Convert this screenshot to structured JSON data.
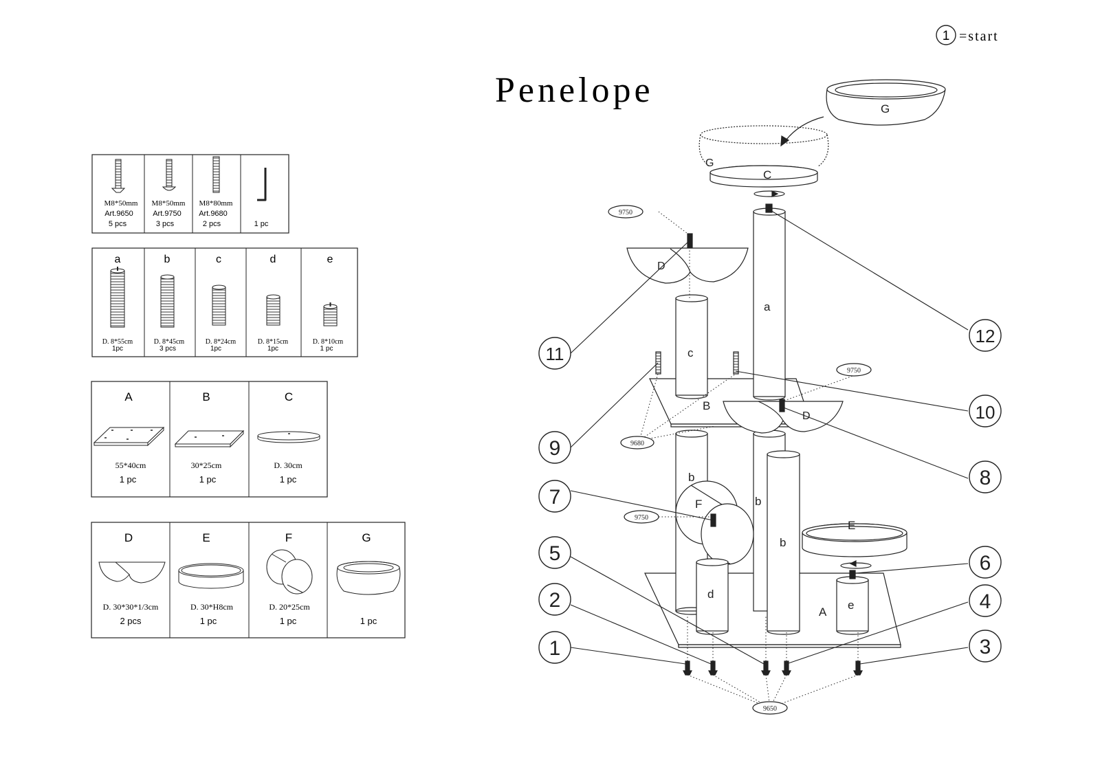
{
  "title": "Penelope",
  "legend": {
    "step_number": "1",
    "text": "=start"
  },
  "hardware": [
    {
      "size": "M8*50mm",
      "art": "Art.9650",
      "qty": "5 pcs",
      "icon": "flat-head-screw-icon"
    },
    {
      "size": "M8*50mm",
      "art": "Art.9750",
      "qty": "3 pcs",
      "icon": "button-head-screw-icon"
    },
    {
      "size": "M8*80mm",
      "art": "Art.9680",
      "qty": "2 pcs",
      "icon": "threaded-rod-icon"
    },
    {
      "size": "",
      "art": "",
      "qty": "1 pc",
      "icon": "allen-key-icon"
    }
  ],
  "posts": [
    {
      "label": "a",
      "dim": "D. 8*55cm",
      "qty": "1pc"
    },
    {
      "label": "b",
      "dim": "D. 8*45cm",
      "qty": "3 pcs"
    },
    {
      "label": "c",
      "dim": "D. 8*24cm",
      "qty": "1pc"
    },
    {
      "label": "d",
      "dim": "D. 8*15cm",
      "qty": "1pc"
    },
    {
      "label": "e",
      "dim": "D. 8*10cm",
      "qty": "1 pc"
    }
  ],
  "boards": [
    {
      "label": "A",
      "dim": "55*40cm",
      "qty": "1 pc"
    },
    {
      "label": "B",
      "dim": "30*25cm",
      "qty": "1 pc"
    },
    {
      "label": "C",
      "dim": "D. 30cm",
      "qty": "1 pc"
    }
  ],
  "accessories": [
    {
      "label": "D",
      "dim": "D. 30*30*1/3cm",
      "qty": "2 pcs"
    },
    {
      "label": "E",
      "dim": "D. 30*H8cm",
      "qty": "1 pc"
    },
    {
      "label": "F",
      "dim": "D. 20*25cm",
      "qty": "1 pc"
    },
    {
      "label": "G",
      "dim": "",
      "qty": "1 pc"
    }
  ],
  "diagram": {
    "part_labels": {
      "a": "a",
      "b": "b",
      "c": "c",
      "d": "d",
      "e": "e",
      "A": "A",
      "B": "B",
      "C": "C",
      "D": "D",
      "E": "E",
      "F": "F",
      "G": "G"
    },
    "screw_tags": {
      "t9750a": "9750",
      "t9750b": "9750",
      "t9750c": "9750",
      "t9680": "9680",
      "t9650": "9650"
    },
    "steps": [
      "1",
      "2",
      "3",
      "4",
      "5",
      "6",
      "7",
      "8",
      "9",
      "10",
      "11",
      "12"
    ]
  }
}
